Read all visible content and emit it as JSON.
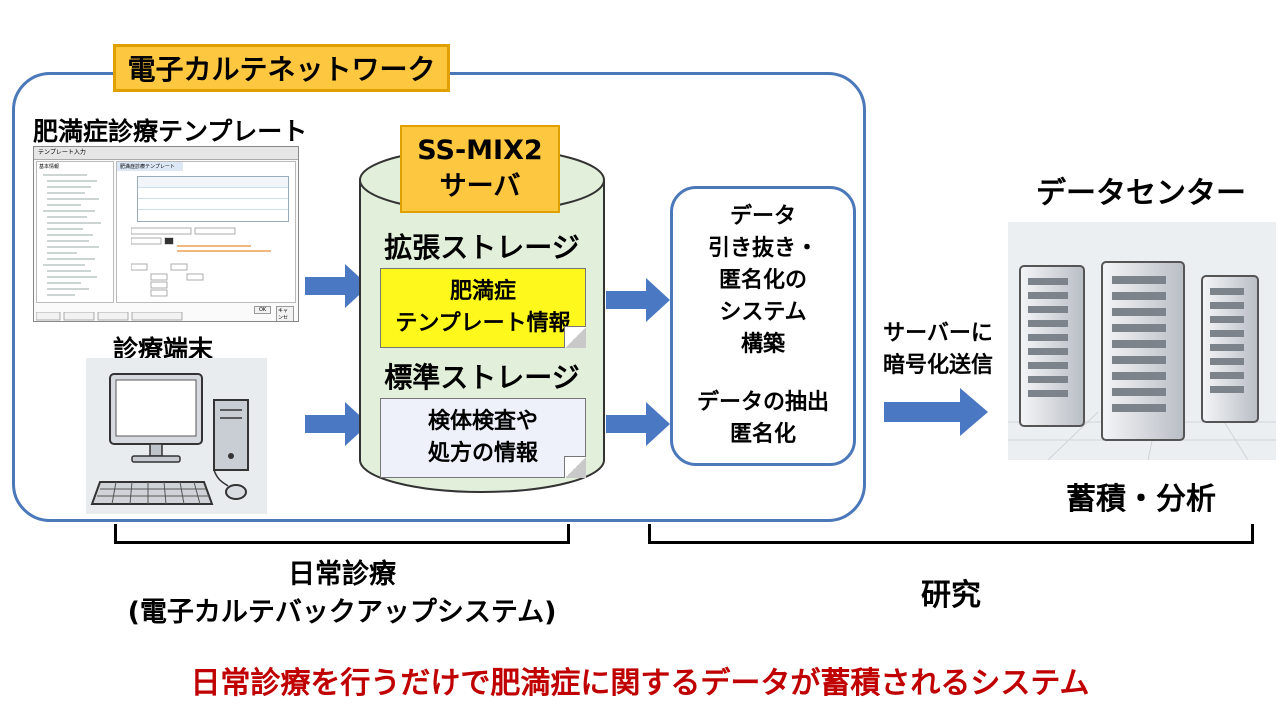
{
  "network": {
    "label": "電子カルテネットワーク"
  },
  "template": {
    "title": "肥満症診療テンプレート",
    "window_title": "テンプレート入力",
    "tree_root": "基本情報",
    "tab_label": "肥満症診療テンプレート",
    "buttons": [
      "OK",
      "キャンセル"
    ]
  },
  "terminal": {
    "title": "診療端末"
  },
  "server": {
    "title_line1": "SS-MIX2",
    "title_line2": "サーバ",
    "extended_storage": "拡張ストレージ",
    "extended_note_line1": "肥満症",
    "extended_note_line2": "テンプレート情報",
    "standard_storage": "標準ストレージ",
    "standard_note_line1": "検体検査や",
    "standard_note_line2": "処方の情報"
  },
  "process": {
    "lines": [
      "データ",
      "引き抜き・",
      "匿名化の",
      "システム",
      "構築"
    ],
    "extract_line1": "データの抽出",
    "extract_line2": "匿名化"
  },
  "transfer": {
    "line1": "サーバーに",
    "line2": "暗号化送信"
  },
  "datacenter": {
    "title": "データセンター",
    "subtitle": "蓄積・分析"
  },
  "sections": {
    "daily_line1": "日常診療",
    "daily_line2": "(電子カルテバックアップシステム)",
    "research": "研究"
  },
  "caption": "日常診療を行うだけで肥満症に関するデータが蓄積されるシステム",
  "colors": {
    "frame": "#4a78b9",
    "label_bg": "#fec740",
    "arrow": "#4a78c2",
    "cylinder": "#e2efda",
    "highlight_note": "#fff81c",
    "caption": "#c00000"
  }
}
